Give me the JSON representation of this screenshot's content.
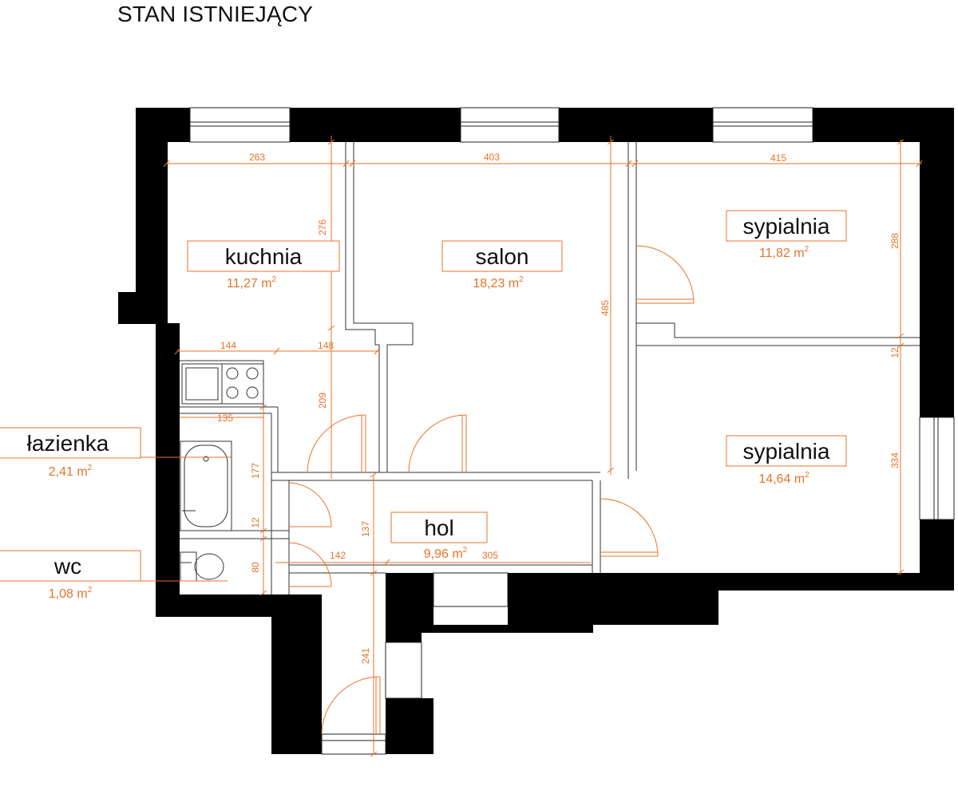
{
  "title": "STAN ISTNIEJĄCY",
  "accent_color": "#e8722a",
  "wall_color": "#000000",
  "rooms": [
    {
      "id": "kuchnia",
      "name": "kuchnia",
      "area": "11,27 m",
      "unit_sup": "2"
    },
    {
      "id": "salon",
      "name": "salon",
      "area": "18,23 m",
      "unit_sup": "2"
    },
    {
      "id": "sypialnia-1",
      "name": "sypialnia",
      "area": "11,82 m",
      "unit_sup": "2"
    },
    {
      "id": "sypialnia-2",
      "name": "sypialnia",
      "area": "14,64 m",
      "unit_sup": "2"
    },
    {
      "id": "hol",
      "name": "hol",
      "area": "9,96 m",
      "unit_sup": "2"
    },
    {
      "id": "lazienka",
      "name": "łazienka",
      "area": "2,41 m",
      "unit_sup": "2"
    },
    {
      "id": "wc",
      "name": "wc",
      "area": "1,08 m",
      "unit_sup": "2"
    }
  ],
  "dimensions": {
    "top_kuchnia": "263",
    "top_salon": "403",
    "top_sypialnia": "415",
    "kuchnia_depth": "276",
    "salon_depth": "485",
    "sypialnia1_depth": "288",
    "partition": "12",
    "sypialnia2_depth": "334",
    "kitchen_a": "144",
    "kitchen_b": "148",
    "kitchen_vert": "209",
    "bath_width": "135",
    "bath_depth": "177",
    "bath_wall": "12",
    "wc_depth": "80",
    "hol_depth": "137",
    "hol_a": "142",
    "hol_b": "305",
    "entry_depth": "241"
  }
}
